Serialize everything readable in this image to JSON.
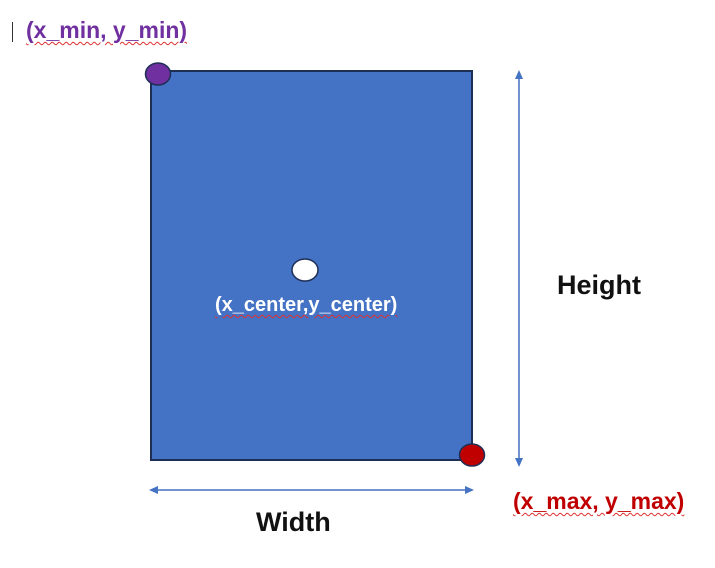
{
  "labels": {
    "top_left": "(x_min, y_min)",
    "bottom_right": "(x_max, y_max)",
    "center": "(x_center,y_center)",
    "height": "Height",
    "width": "Width"
  },
  "colors": {
    "box_fill": "#4472c4",
    "box_stroke": "#1f2e55",
    "min_point": "#7030a0",
    "max_point": "#c00000",
    "center_point": "#ffffff",
    "arrow": "#4472c4",
    "spellcheck_underline": "#e03030"
  }
}
